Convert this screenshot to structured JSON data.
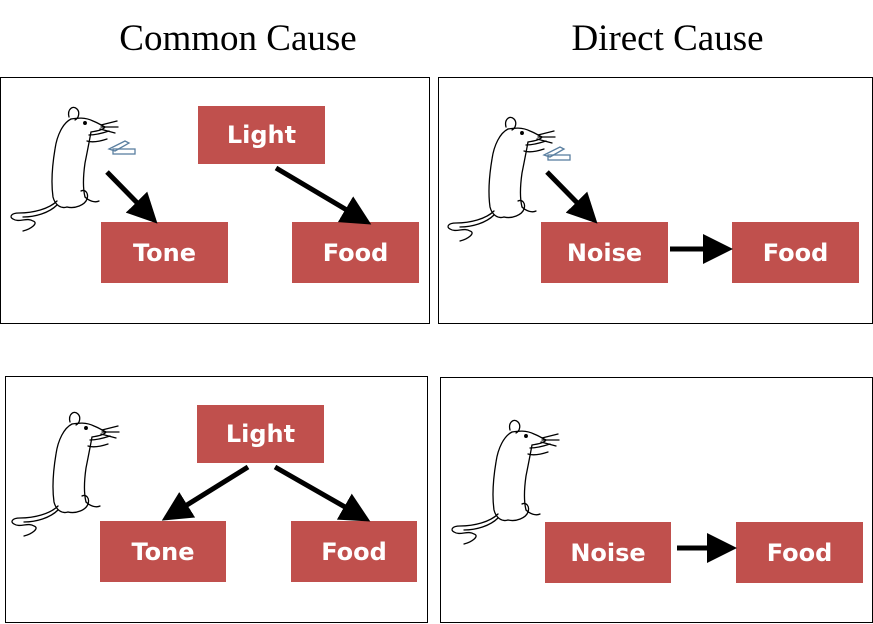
{
  "headings": {
    "left": "Common Cause",
    "right": "Direct Cause"
  },
  "panels": {
    "top_left": {
      "boxes": {
        "light": "Light",
        "tone": "Tone",
        "food": "Food"
      }
    },
    "top_right": {
      "boxes": {
        "noise": "Noise",
        "food": "Food"
      }
    },
    "bottom_left": {
      "boxes": {
        "light": "Light",
        "tone": "Tone",
        "food": "Food"
      }
    },
    "bottom_right": {
      "boxes": {
        "noise": "Noise",
        "food": "Food"
      }
    }
  },
  "colors": {
    "box_fill": "#c0504d",
    "box_text": "#ffffff",
    "arrow": "#000000"
  },
  "icons": [
    "rat-icon",
    "lever-icon",
    "arrow-icon"
  ]
}
